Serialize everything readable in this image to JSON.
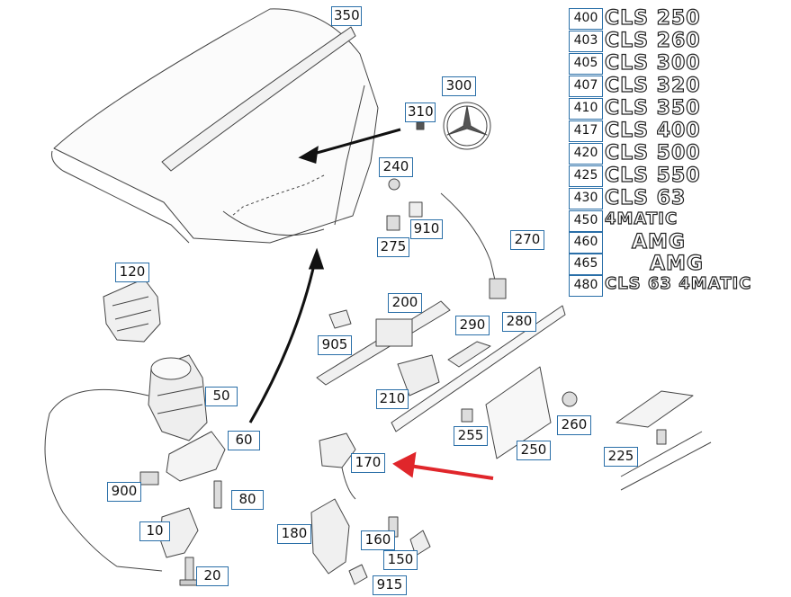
{
  "callouts": {
    "c350": "350",
    "c300": "300",
    "c310": "310",
    "c240": "240",
    "c910": "910",
    "c275": "275",
    "c270": "270",
    "c120": "120",
    "c200": "200",
    "c905": "905",
    "c290": "290",
    "c280": "280",
    "c50": "50",
    "c210": "210",
    "c60": "60",
    "c260": "260",
    "c255": "255",
    "c250": "250",
    "c225": "225",
    "c170": "170",
    "c900": "900",
    "c80": "80",
    "c10": "10",
    "c180": "180",
    "c160": "160",
    "c150": "150",
    "c20": "20",
    "c915": "915"
  },
  "models": [
    {
      "code": "400",
      "name": "CLS 250"
    },
    {
      "code": "403",
      "name": "CLS 260"
    },
    {
      "code": "405",
      "name": "CLS 300"
    },
    {
      "code": "407",
      "name": "CLS 320"
    },
    {
      "code": "410",
      "name": "CLS 350"
    },
    {
      "code": "417",
      "name": "CLS 400"
    },
    {
      "code": "420",
      "name": "CLS 500"
    },
    {
      "code": "425",
      "name": "CLS 550"
    },
    {
      "code": "430",
      "name": "CLS 63"
    },
    {
      "code": "450",
      "name": "4MATIC"
    },
    {
      "code": "460",
      "name": "AMG"
    },
    {
      "code": "465",
      "name": "AMG"
    },
    {
      "code": "480",
      "name": "CLS 63 4MATIC"
    }
  ],
  "colors": {
    "callout_border": "#2a6fa8",
    "highlight_arrow": "#e0262b",
    "line_art": "#333333"
  }
}
